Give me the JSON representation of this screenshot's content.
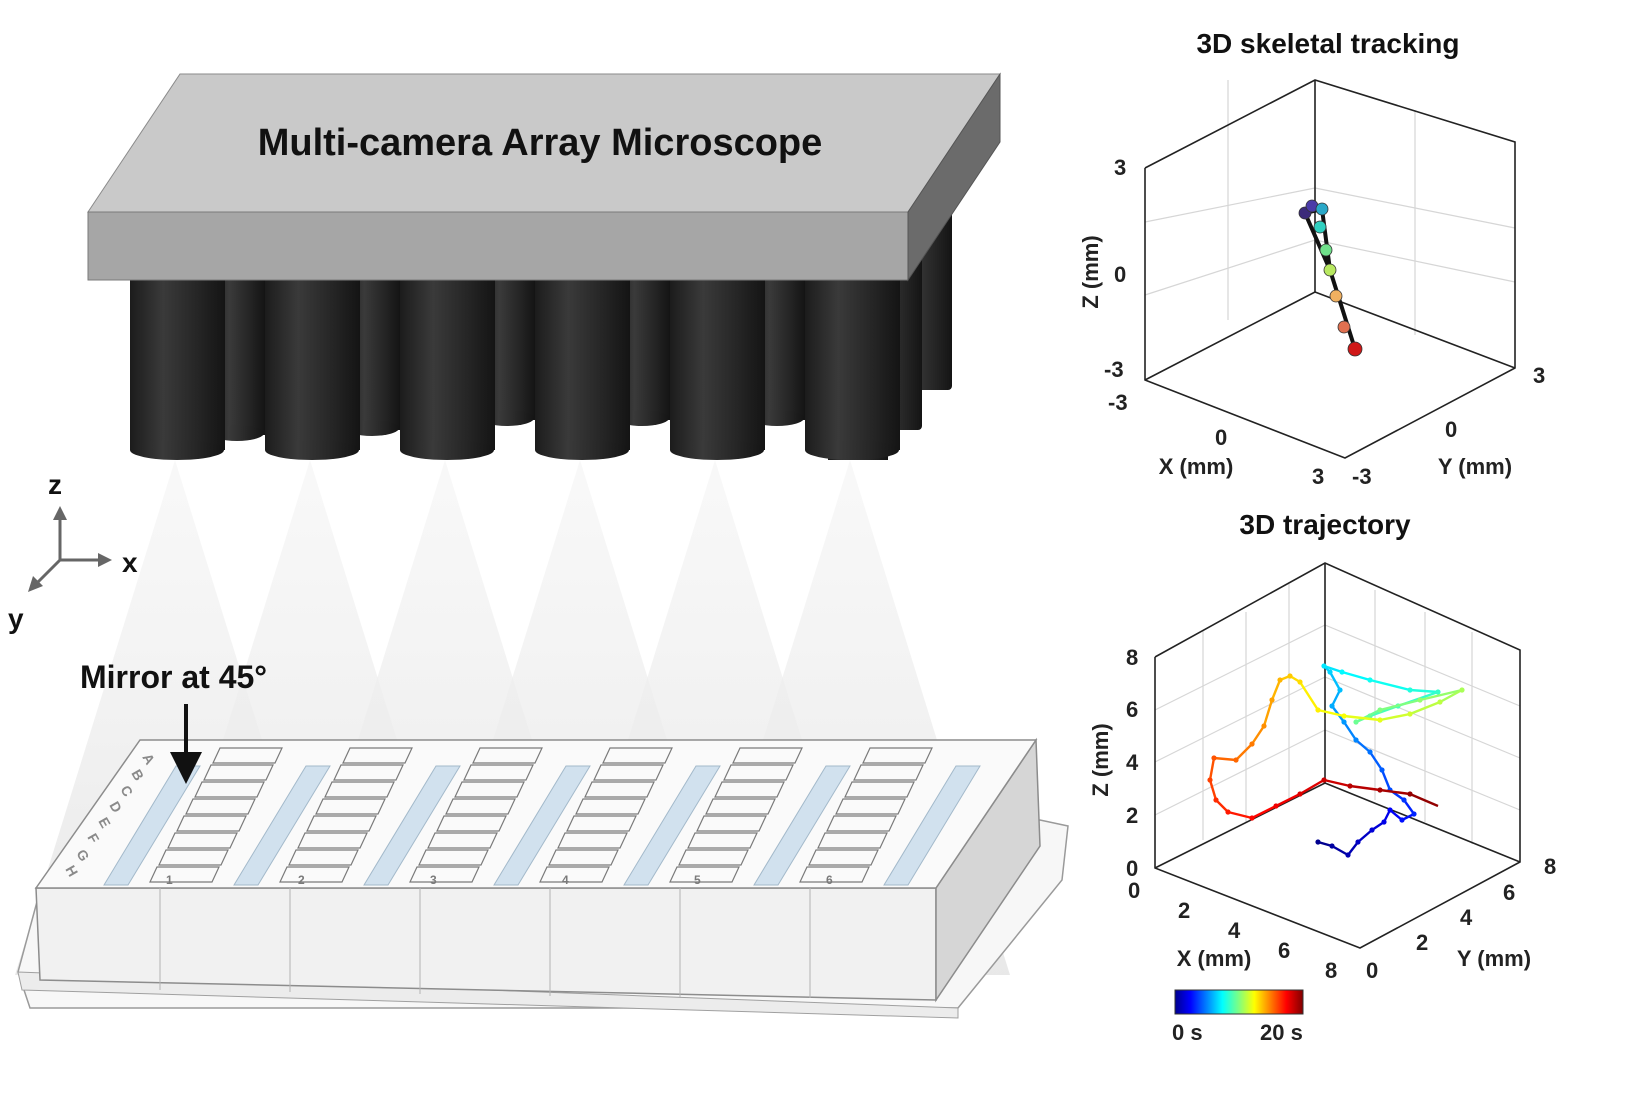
{
  "microscope": {
    "title": "Multi-camera Array Microscope"
  },
  "axes_indicator": {
    "z": "z",
    "x": "x",
    "y": "y"
  },
  "plate": {
    "mirror_label": "Mirror at 45°",
    "row_letters": [
      "A",
      "B",
      "C",
      "D",
      "E",
      "F",
      "G",
      "H"
    ],
    "column_numbers": [
      "1",
      "2",
      "3",
      "4",
      "5",
      "6"
    ]
  },
  "skeletal_plot": {
    "title": "3D skeletal tracking",
    "z_label": "Z (mm)",
    "x_label": "X (mm)",
    "y_label": "Y (mm)",
    "z_ticks": [
      "3",
      "0",
      "-3"
    ],
    "x_ticks": [
      "-3",
      "0",
      "3"
    ],
    "y_ticks": [
      "-3",
      "0",
      "3"
    ]
  },
  "trajectory_plot": {
    "title": "3D trajectory",
    "z_label": "Z (mm)",
    "x_label": "X (mm)",
    "y_label": "Y (mm)",
    "z_ticks": [
      "8",
      "6",
      "4",
      "2",
      "0"
    ],
    "x_ticks": [
      "0",
      "2",
      "4",
      "6",
      "8"
    ],
    "y_ticks": [
      "0",
      "2",
      "4",
      "6",
      "8"
    ],
    "colorbar_min": "0 s",
    "colorbar_max": "20 s"
  },
  "colors": {
    "microscope_top": "#c9c9c9",
    "microscope_front": "#a9a9a9",
    "microscope_side": "#6e6e6e",
    "camera_body": "#2a2a2a",
    "light_cone": "#f2f2f2",
    "mirror": "#cfe0ee"
  }
}
